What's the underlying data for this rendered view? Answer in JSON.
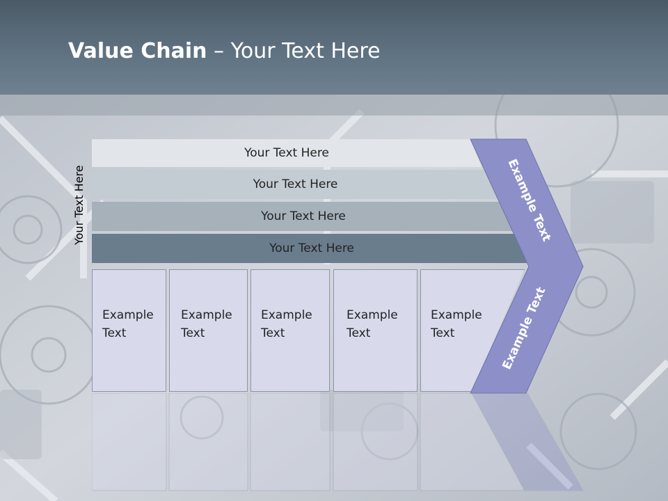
{
  "slide": {
    "title_bold": "Value Chain",
    "title_rest": " – Your Text Here",
    "vertical_label": "Your Text Here",
    "rows": [
      {
        "label": "Your Text Here"
      },
      {
        "label": "Your Text Here"
      },
      {
        "label": "Your Text Here"
      },
      {
        "label": "Your Text Here"
      }
    ],
    "cells": [
      {
        "line1": "Example",
        "line2": "Text"
      },
      {
        "line1": "Example",
        "line2": "Text"
      },
      {
        "line1": "Example",
        "line2": "Text"
      },
      {
        "line1": "Example",
        "line2": "Text"
      },
      {
        "line1": "Example",
        "line2": "Text"
      }
    ],
    "chevron": {
      "top_text": "Example Text",
      "bottom_text": "Example Text",
      "color": "#8d90c8"
    }
  },
  "colors": {
    "title_bar": "#5f7281",
    "cell_fill": "#d8daec",
    "row_fills": [
      "#e2e6ea",
      "#c4ccd3",
      "#a6b1ba",
      "#6a7d8c"
    ]
  }
}
